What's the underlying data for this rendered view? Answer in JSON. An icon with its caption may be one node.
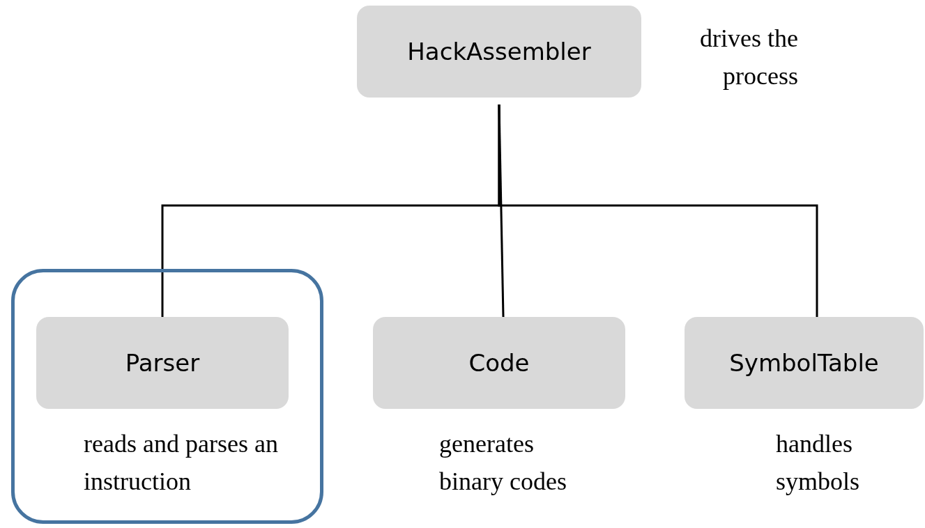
{
  "diagram": {
    "nodes": [
      {
        "text": [
          "HackAssembler"
        ],
        "beside": [
          "drives the process"
        ]
      },
      {
        "text": [],
        "shape": "box"
      },
      {
        "text": [
          "Parser"
        ],
        "in": 1,
        "beside": [
          "reads and parses an instruction"
        ]
      },
      {
        "text": [
          "Code"
        ],
        "beside": [
          "generates binary codes"
        ]
      },
      {
        "text": [
          "SymbolTable"
        ],
        "beside": [
          "handles symbols"
        ]
      }
    ],
    "edges": [
      {
        "from": 0,
        "to": 2,
        "arrow": "none"
      },
      {
        "from": 0,
        "to": 3,
        "arrow": "none"
      },
      {
        "from": 0,
        "to": 4,
        "arrow": "none"
      }
    ]
  }
}
